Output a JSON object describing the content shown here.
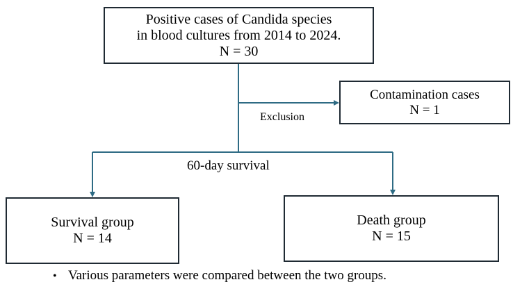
{
  "top_box": {
    "line1": "Positive cases of Candida species",
    "line2": "in blood cultures from 2014 to 2024.",
    "line3": "N = 30"
  },
  "contamination_box": {
    "title": "Contamination cases",
    "count": "N = 1"
  },
  "exclusion_label": "Exclusion",
  "split_label": "60-day survival",
  "survival_box": {
    "title": "Survival group",
    "count": "N = 14"
  },
  "death_box": {
    "title": "Death group",
    "count": "N = 15"
  },
  "footnote": {
    "bullet": "•",
    "text": "Various parameters were compared between the two groups."
  },
  "colors": {
    "connector": "#2e6b84",
    "box_border": "#1f2a33"
  }
}
